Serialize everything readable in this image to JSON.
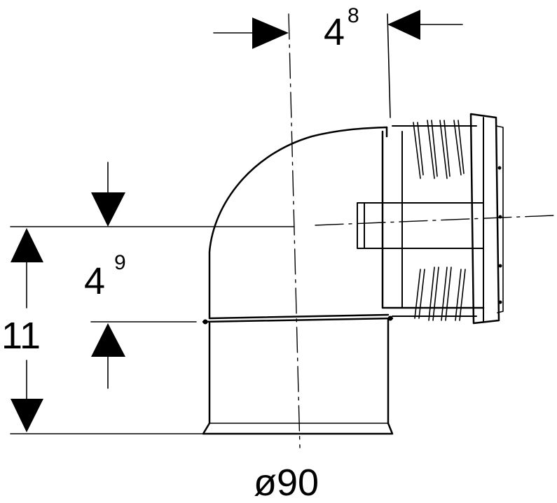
{
  "dimensions": {
    "top_offset": {
      "base": "4",
      "sup": "8"
    },
    "socket_height": {
      "base": "4",
      "sup": "9"
    },
    "total_height": "11",
    "diameter": "ø90"
  }
}
